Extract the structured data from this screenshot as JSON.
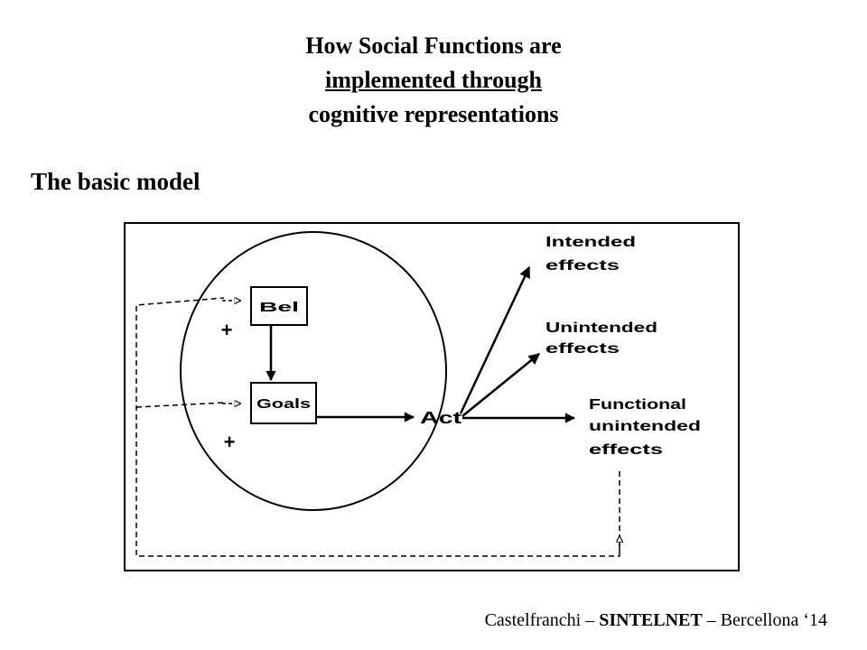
{
  "title": {
    "line1": "How Social Functions are",
    "line2": "implemented through",
    "line3": "cognitive representations"
  },
  "subtitle": "The basic model",
  "diagram": {
    "box_beliefs": "Bel",
    "box_goals": "Goals",
    "node_action": "Act",
    "plus_1": "+",
    "plus_2": "+",
    "effect_intended": [
      "Intended",
      "effects"
    ],
    "effect_unintended": [
      "Unintended",
      "effects"
    ],
    "effect_functional": [
      "Functional",
      "unintended",
      "effects"
    ]
  },
  "footer": {
    "author": "Castelfranchi",
    "dash1": "–",
    "project": "SINTELNET",
    "dash2": "–",
    "place": "Bercellona ‘14"
  }
}
